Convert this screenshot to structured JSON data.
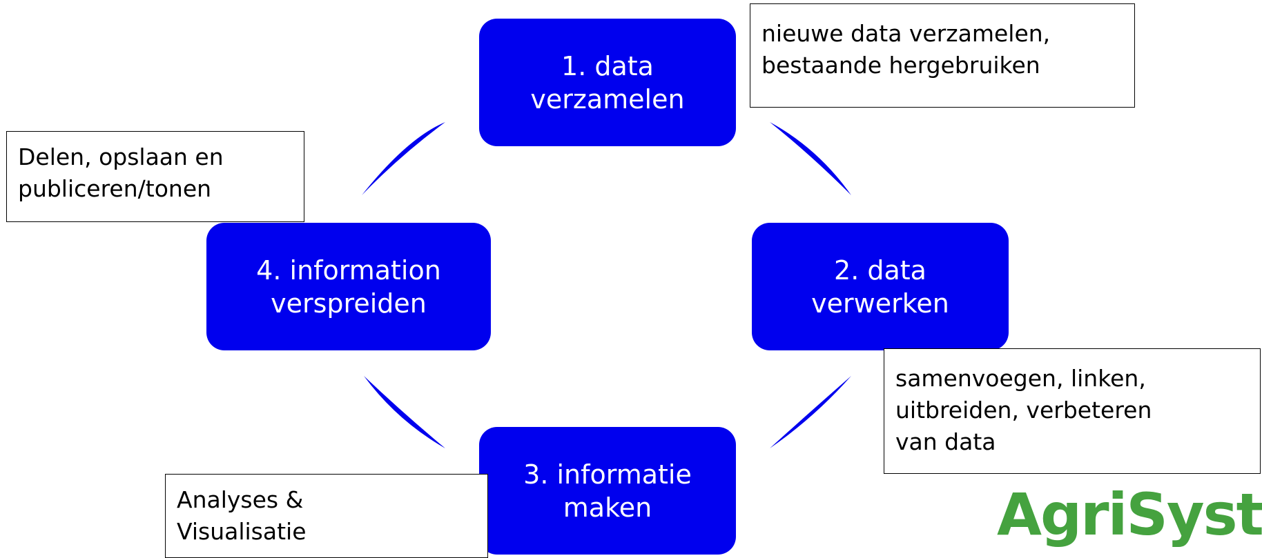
{
  "colors": {
    "node_fill": "#0000ee",
    "node_text": "#ffffff",
    "arrow": "#0000ee",
    "logo_dark": "#3a3a3a",
    "logo_green": "#45a23f"
  },
  "nodes": [
    {
      "id": "collect",
      "label": "1. data\nverzamelen"
    },
    {
      "id": "process",
      "label": "2. data\nverwerken"
    },
    {
      "id": "create",
      "label": "3. informatie\nmaken"
    },
    {
      "id": "share",
      "label": "4. information\nverspreiden"
    }
  ],
  "notes": {
    "collect": "nieuwe data verzamelen,\nbestaande hergebruiken",
    "process": "samenvoegen, linken,\nuitbreiden, verbeteren\nvan data",
    "create": "Analyses &\nVisualisatie",
    "share": "Delen, opslaan en\npubliceren/tonen"
  },
  "logo": {
    "part1": "Agri",
    "part2": "Syst"
  }
}
